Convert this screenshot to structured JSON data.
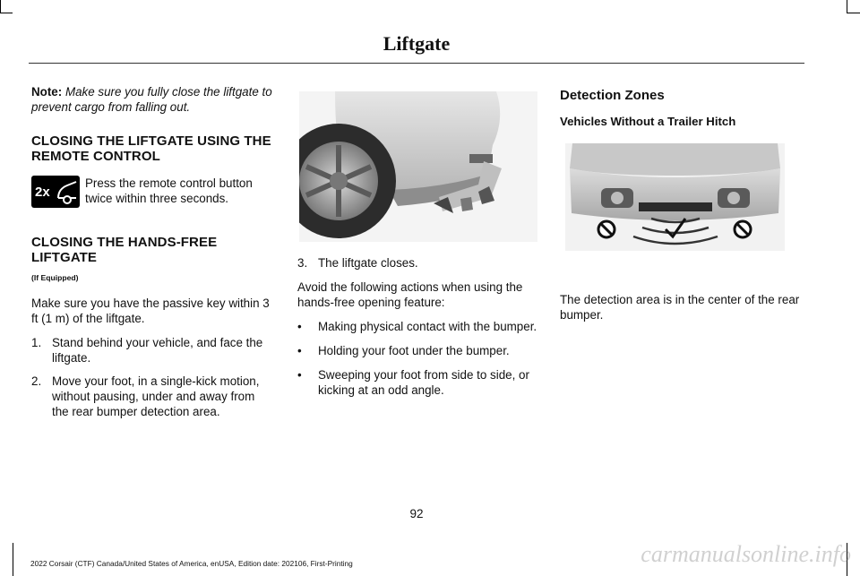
{
  "header": {
    "title": "Liftgate"
  },
  "column1": {
    "note_label": "Note:",
    "note_text": "Make sure you fully close the liftgate to prevent cargo from falling out.",
    "heading_remote": "CLOSING THE LIFTGATE USING THE REMOTE CONTROL",
    "remote_icon_label": "2x",
    "remote_text": "Press the remote control button twice within three seconds.",
    "heading_handsfree": "CLOSING THE HANDS-FREE LIFTGATE",
    "if_equipped": "(If Equipped)",
    "intro": "Make sure you have the passive key within 3 ft (1 m) of the liftgate.",
    "steps": [
      {
        "num": "1.",
        "text": "Stand behind your vehicle, and face the liftgate."
      },
      {
        "num": "2.",
        "text": "Move your foot, in a single-kick motion, without pausing, under and away from the rear bumper detection area."
      }
    ]
  },
  "column2": {
    "step3_num": "3.",
    "step3_text": "The liftgate closes.",
    "avoid_intro": "Avoid the following actions when using the hands-free opening feature:",
    "bullets": [
      "Making physical contact with the bumper.",
      "Holding your foot under the bumper.",
      "Sweeping your foot from side to side, or kicking at an odd angle."
    ]
  },
  "column3": {
    "heading": "Detection Zones",
    "subheading": "Vehicles Without a Trailer Hitch",
    "description": "The detection area is in the center of the rear bumper."
  },
  "page_number": "92",
  "footer": "2022 Corsair (CTF) Canada/United States of America, enUSA, Edition date: 202106, First-Printing",
  "watermark": "carmanualsonline.info"
}
